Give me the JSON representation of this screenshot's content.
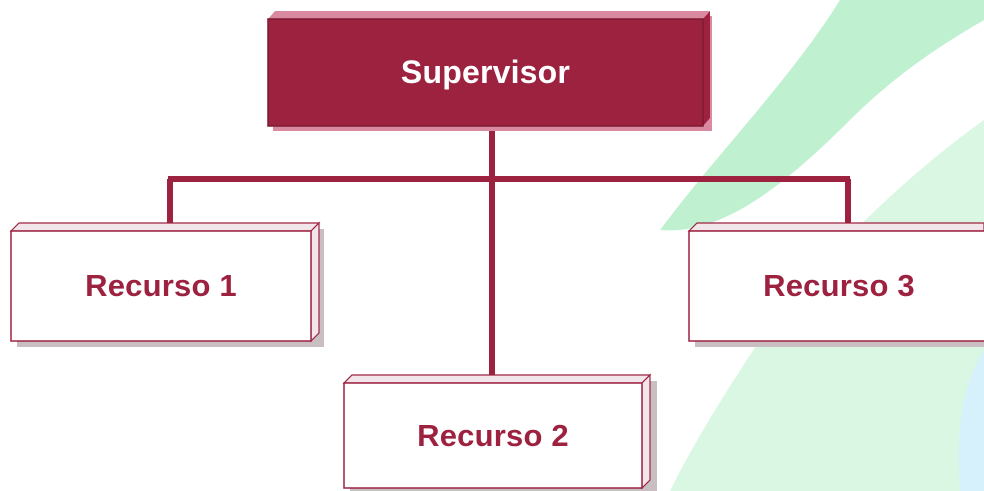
{
  "diagram": {
    "root": {
      "label": "Supervisor"
    },
    "children": [
      {
        "label": "Recurso 1"
      },
      {
        "label": "Recurso 2"
      },
      {
        "label": "Recurso 3"
      }
    ]
  },
  "colors": {
    "accent": "#9c2240",
    "accent_light": "#d98aa0",
    "root_text": "#ffffff",
    "child_fill": "#ffffff",
    "child_side": "#f3e6ea",
    "child_shadow": "#c9bfc3",
    "connector": "#9c2240",
    "background_green": "#bff0cf",
    "background_mint": "#d9f7e2",
    "background_blue": "#d6f1fb"
  }
}
